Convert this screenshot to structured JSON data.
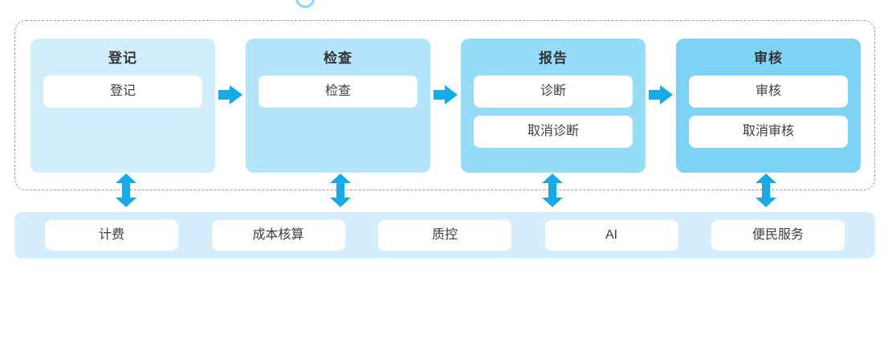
{
  "diagram": {
    "decoration": {
      "circle_icon": "circle-outline-icon",
      "circle_color": "#85d9f6"
    },
    "flow": {
      "frame_style": "dashed",
      "stages": [
        {
          "title": "登记",
          "color": "#d2eefb",
          "actions": [
            "登记"
          ]
        },
        {
          "title": "检查",
          "color": "#b4e4f9",
          "actions": [
            "检查"
          ]
        },
        {
          "title": "报告",
          "color": "#96dcf7",
          "actions": [
            "诊断",
            "取消诊断"
          ]
        },
        {
          "title": "审核",
          "color": "#7ed3f4",
          "actions": [
            "审核",
            "取消审核"
          ]
        }
      ],
      "arrow_icon": "arrow-right-icon",
      "arrow_color": "#17a9e8",
      "connector_icon": "arrow-up-down-icon"
    },
    "support": {
      "background": "#d6eefb",
      "services": [
        "计费",
        "成本核算",
        "质控",
        "AI",
        "便民服务"
      ]
    }
  }
}
